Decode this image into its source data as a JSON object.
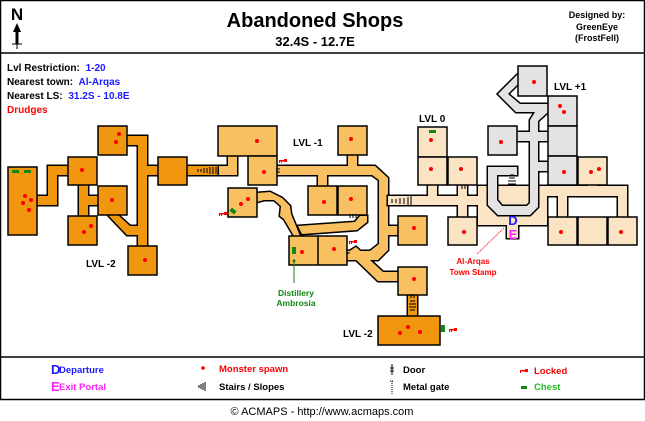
{
  "header": {
    "north_label": "N",
    "title": "Abandoned Shops",
    "coordinates": "32.4S - 12.7E",
    "designer_label": "Designed by:",
    "designer_name": "GreenEye",
    "designer_server": "(FrostFell)"
  },
  "info": {
    "lvl_restriction_label": "Lvl Restriction:",
    "lvl_restriction_value": "1-20",
    "nearest_town_label": "Nearest town:",
    "nearest_town_value": "Al-Arqas",
    "nearest_ls_label": "Nearest LS:",
    "nearest_ls_value": "31.2S - 10.8E",
    "monsters": "Drudges"
  },
  "map": {
    "levels": {
      "lvl_minus2_left": "LVL -2",
      "lvl_minus1": "LVL -1",
      "lvl_0": "LVL 0",
      "lvl_plus1": "LVL +1",
      "lvl_minus2_bottom": "LVL -2"
    },
    "markers": {
      "departure": "D",
      "exit": "E"
    },
    "annotations": {
      "distillery_line1": "Distillery",
      "distillery_line2": "Ambrosia",
      "town_stamp_line1": "Al-Arqas",
      "town_stamp_line2": "Town Stamp"
    },
    "colors": {
      "lvl_minus2": "#f0960f",
      "lvl_minus1": "#f8c060",
      "lvl_0": "#fbe4c4",
      "lvl_plus1": "#e4e2e2"
    }
  },
  "legend": {
    "departure_symbol": "D",
    "departure": "Departure",
    "exit_symbol": "E",
    "exit": "Exit Portal",
    "monster_spawn": "Monster spawn",
    "stairs": "Stairs / Slopes",
    "door": "Door",
    "metal_gate": "Metal gate",
    "locked": "Locked",
    "chest": "Chest"
  },
  "footer": "© ACMAPS - http://www.acmaps.com"
}
